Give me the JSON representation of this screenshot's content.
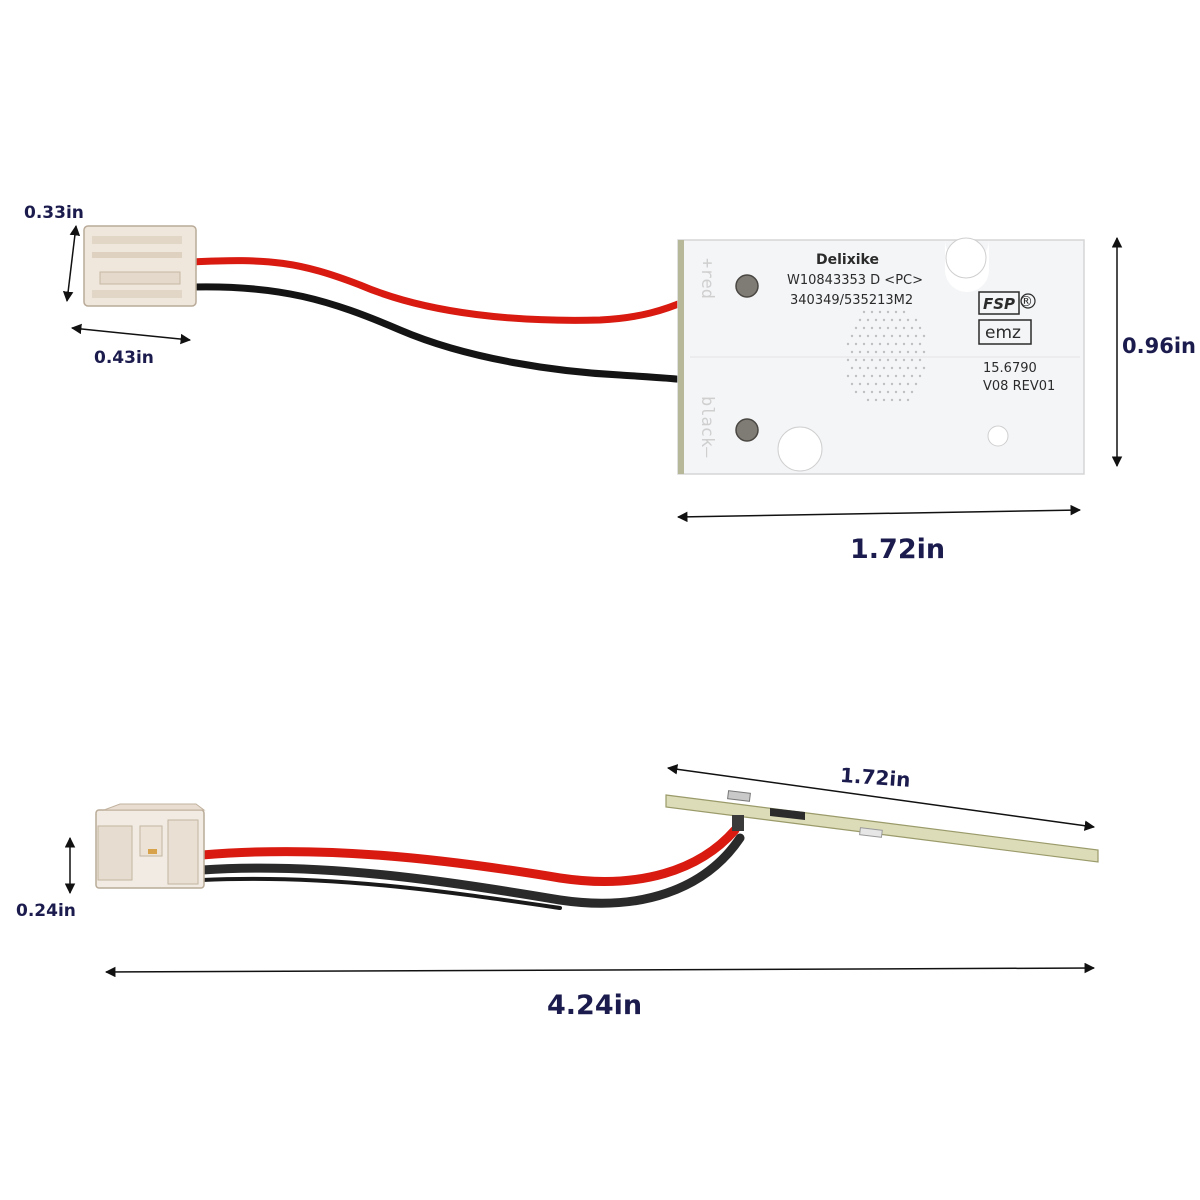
{
  "dimensions": {
    "connector_height_top": "0.33in",
    "connector_width_top": "0.43in",
    "board_height": "0.96in",
    "board_width_top": "1.72in",
    "connector_height_side": "0.24in",
    "board_width_side": "1.72in",
    "total_length": "4.24in"
  },
  "board_labels": {
    "brand": "Delixike",
    "part_number": "W10843353 D <PC>",
    "code": "340349/535213M2",
    "fsp": "FSP",
    "registered": "®",
    "emz": "emz",
    "number": "15.6790",
    "revision": "V08  REV01",
    "red_wire": "+red",
    "black_wire": "black–"
  },
  "colors": {
    "dimension_text": "#1b1b4d",
    "red_wire": "#d81a10",
    "black_wire": "#141414",
    "board": "#f4f5f7",
    "connector": "#efe7dc"
  }
}
